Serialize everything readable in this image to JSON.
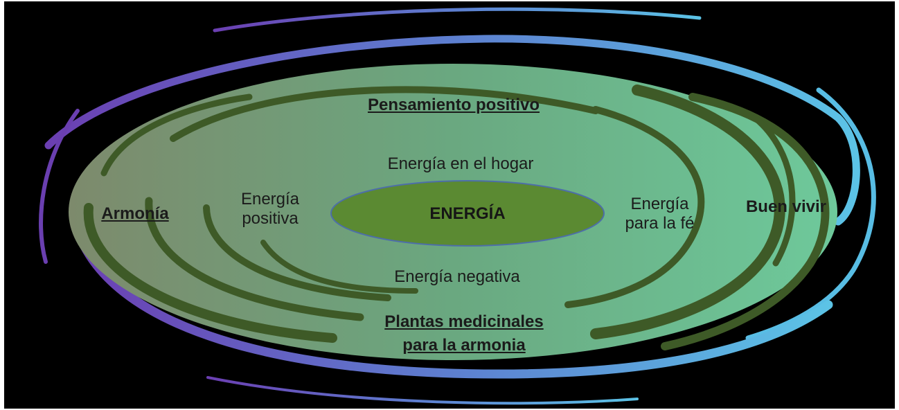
{
  "colors": {
    "background": "#000000",
    "outer_ellipse_left": "#7f8f6f",
    "outer_ellipse_right": "#6cc79a",
    "inner_ellipse_fill": "#5b8a32",
    "inner_ellipse_stroke": "#4d6ea8",
    "swirl_dark": "#3e5a27",
    "swirl_purple": "#6a3fb0",
    "swirl_blue": "#56b6e3"
  },
  "diagram": {
    "center": "ENERGÍA",
    "top_outer": "Pensamiento positivo",
    "top_inner": "Energía en el hogar",
    "left_inner_line1": "Energía",
    "left_inner_line2": "positiva",
    "right_inner_line1": "Energía",
    "right_inner_line2": "para la fé",
    "bottom_inner": "Energía negativa",
    "left_outer": "Armonía",
    "right_outer": "Buen vivir",
    "bottom_outer_line1": "Plantas medicinales",
    "bottom_outer_line2": "para la armonia"
  }
}
